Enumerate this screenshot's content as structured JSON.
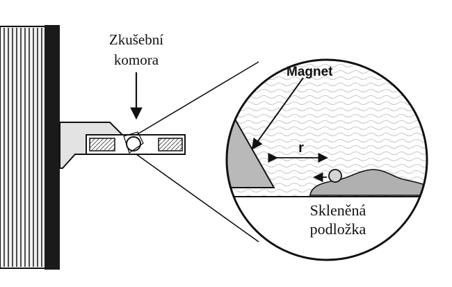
{
  "labels": {
    "chamber_line1": "Zkušební",
    "chamber_line2": "komora",
    "magnet": "Magnet",
    "distance": "r",
    "substrate_line1": "Skleněná",
    "substrate_line2": "podložka"
  },
  "colors": {
    "ink": "#111111",
    "magnet_fill": "#b9b9b9",
    "liquid_fill": "#b0b0b0",
    "glass_fill": "#ffffff",
    "water_pattern": "#c9c9c9",
    "holder_fill": "#e3e3e3",
    "ring_fill": "#f2f2f2"
  }
}
